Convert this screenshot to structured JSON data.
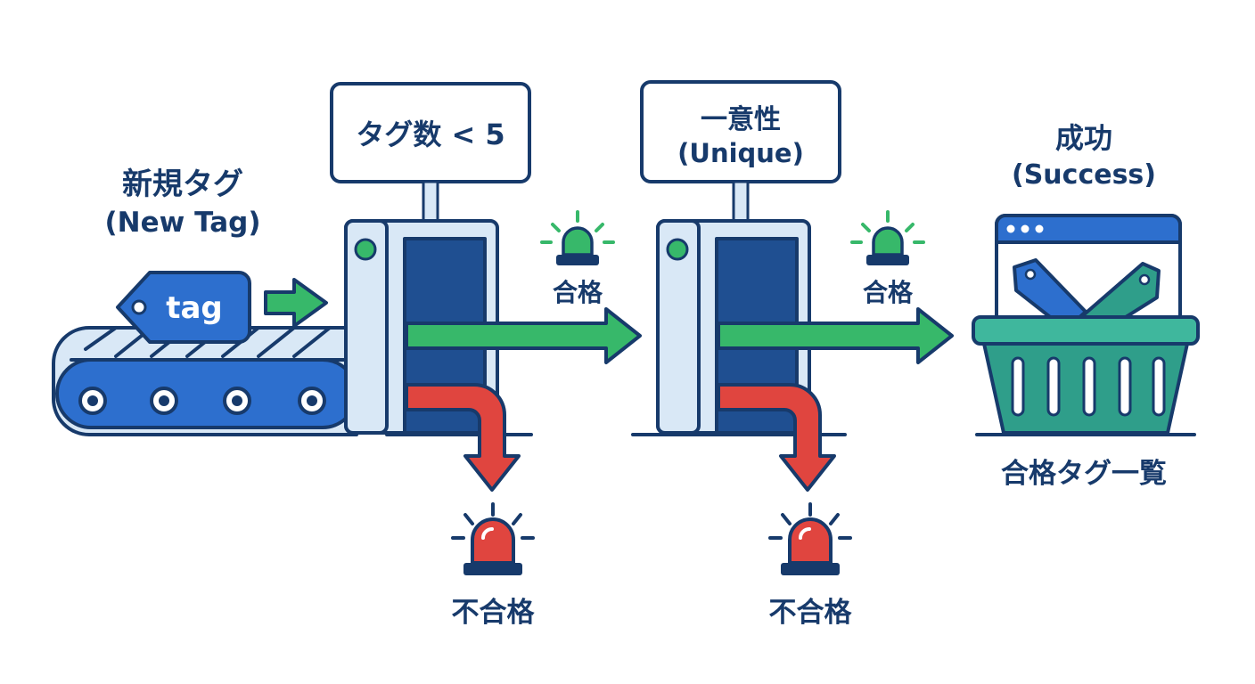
{
  "colors": {
    "navy": "#173a6b",
    "blue": "#2d6fce",
    "dark_blue": "#1f4f91",
    "light_blue": "#d9e8f6",
    "green": "#37b86a",
    "red": "#e0453f",
    "teal": "#2f9e8a",
    "teal_light": "#3fb79d"
  },
  "start": {
    "label_ja": "新規タグ",
    "label_en": "(New Tag)",
    "tag_text": "tag",
    "icon": "tag-icon"
  },
  "gates": [
    {
      "sign_line1": "タグ数 < 5",
      "sign_line2": "",
      "pass_label": "合格",
      "fail_label": "不合格"
    },
    {
      "sign_line1": "一意性",
      "sign_line2": "(Unique)",
      "pass_label": "合格",
      "fail_label": "不合格"
    }
  ],
  "end": {
    "label_ja": "成功",
    "label_en": "(Success)",
    "caption": "合格タグ一覧",
    "icon": "basket-icon"
  }
}
